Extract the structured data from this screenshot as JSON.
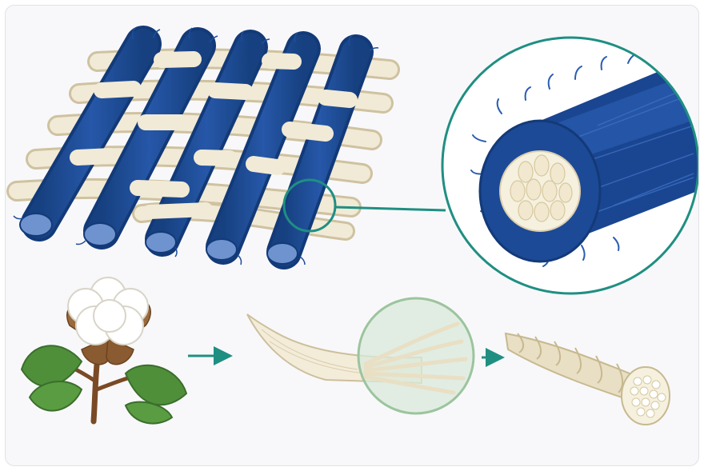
{
  "diagram": {
    "stages": [
      {
        "id": "woven-fabric",
        "icon": "woven-denim-fabric-icon"
      },
      {
        "id": "yarn-cross-section",
        "icon": "yarn-cross-section-icon"
      },
      {
        "id": "cotton-plant",
        "icon": "cotton-boll-icon"
      },
      {
        "id": "cotton-fiber",
        "icon": "cotton-fiber-icon"
      },
      {
        "id": "spun-yarn",
        "icon": "twisted-yarn-icon"
      }
    ],
    "colors": {
      "warp_blue": "#1f4d9b",
      "warp_blue_dark": "#163a7a",
      "weft_cream": "#efe7d2",
      "accent_teal": "#1f8f82",
      "leaf_green": "#4f8f3a",
      "stem_brown": "#7a4a25",
      "magnifier_fill": "#d9ead9"
    }
  }
}
